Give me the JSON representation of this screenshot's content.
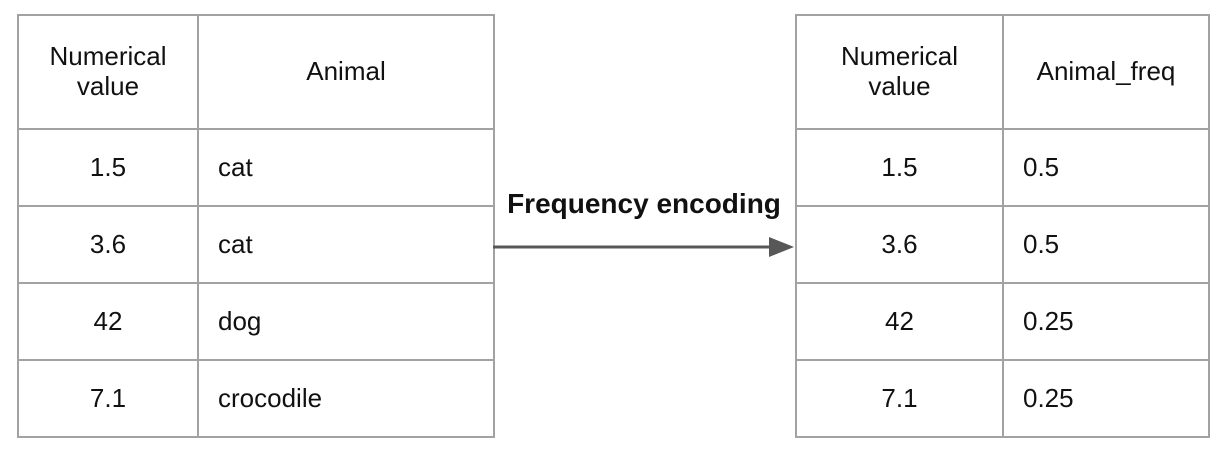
{
  "diagram": {
    "arrow_label": "Frequency encoding"
  },
  "left_table": {
    "headers": [
      "Numerical value",
      "Animal"
    ],
    "rows": [
      [
        "1.5",
        "cat"
      ],
      [
        "3.6",
        "cat"
      ],
      [
        "42",
        "dog"
      ],
      [
        "7.1",
        "crocodile"
      ]
    ]
  },
  "right_table": {
    "headers": [
      "Numerical value",
      "Animal_freq"
    ],
    "rows": [
      [
        "1.5",
        "0.5"
      ],
      [
        "3.6",
        "0.5"
      ],
      [
        "42",
        "0.25"
      ],
      [
        "7.1",
        "0.25"
      ]
    ]
  },
  "colors": {
    "table_border": "#a2a2a2",
    "arrow": "#575757",
    "text": "#111111",
    "background": "#ffffff"
  }
}
